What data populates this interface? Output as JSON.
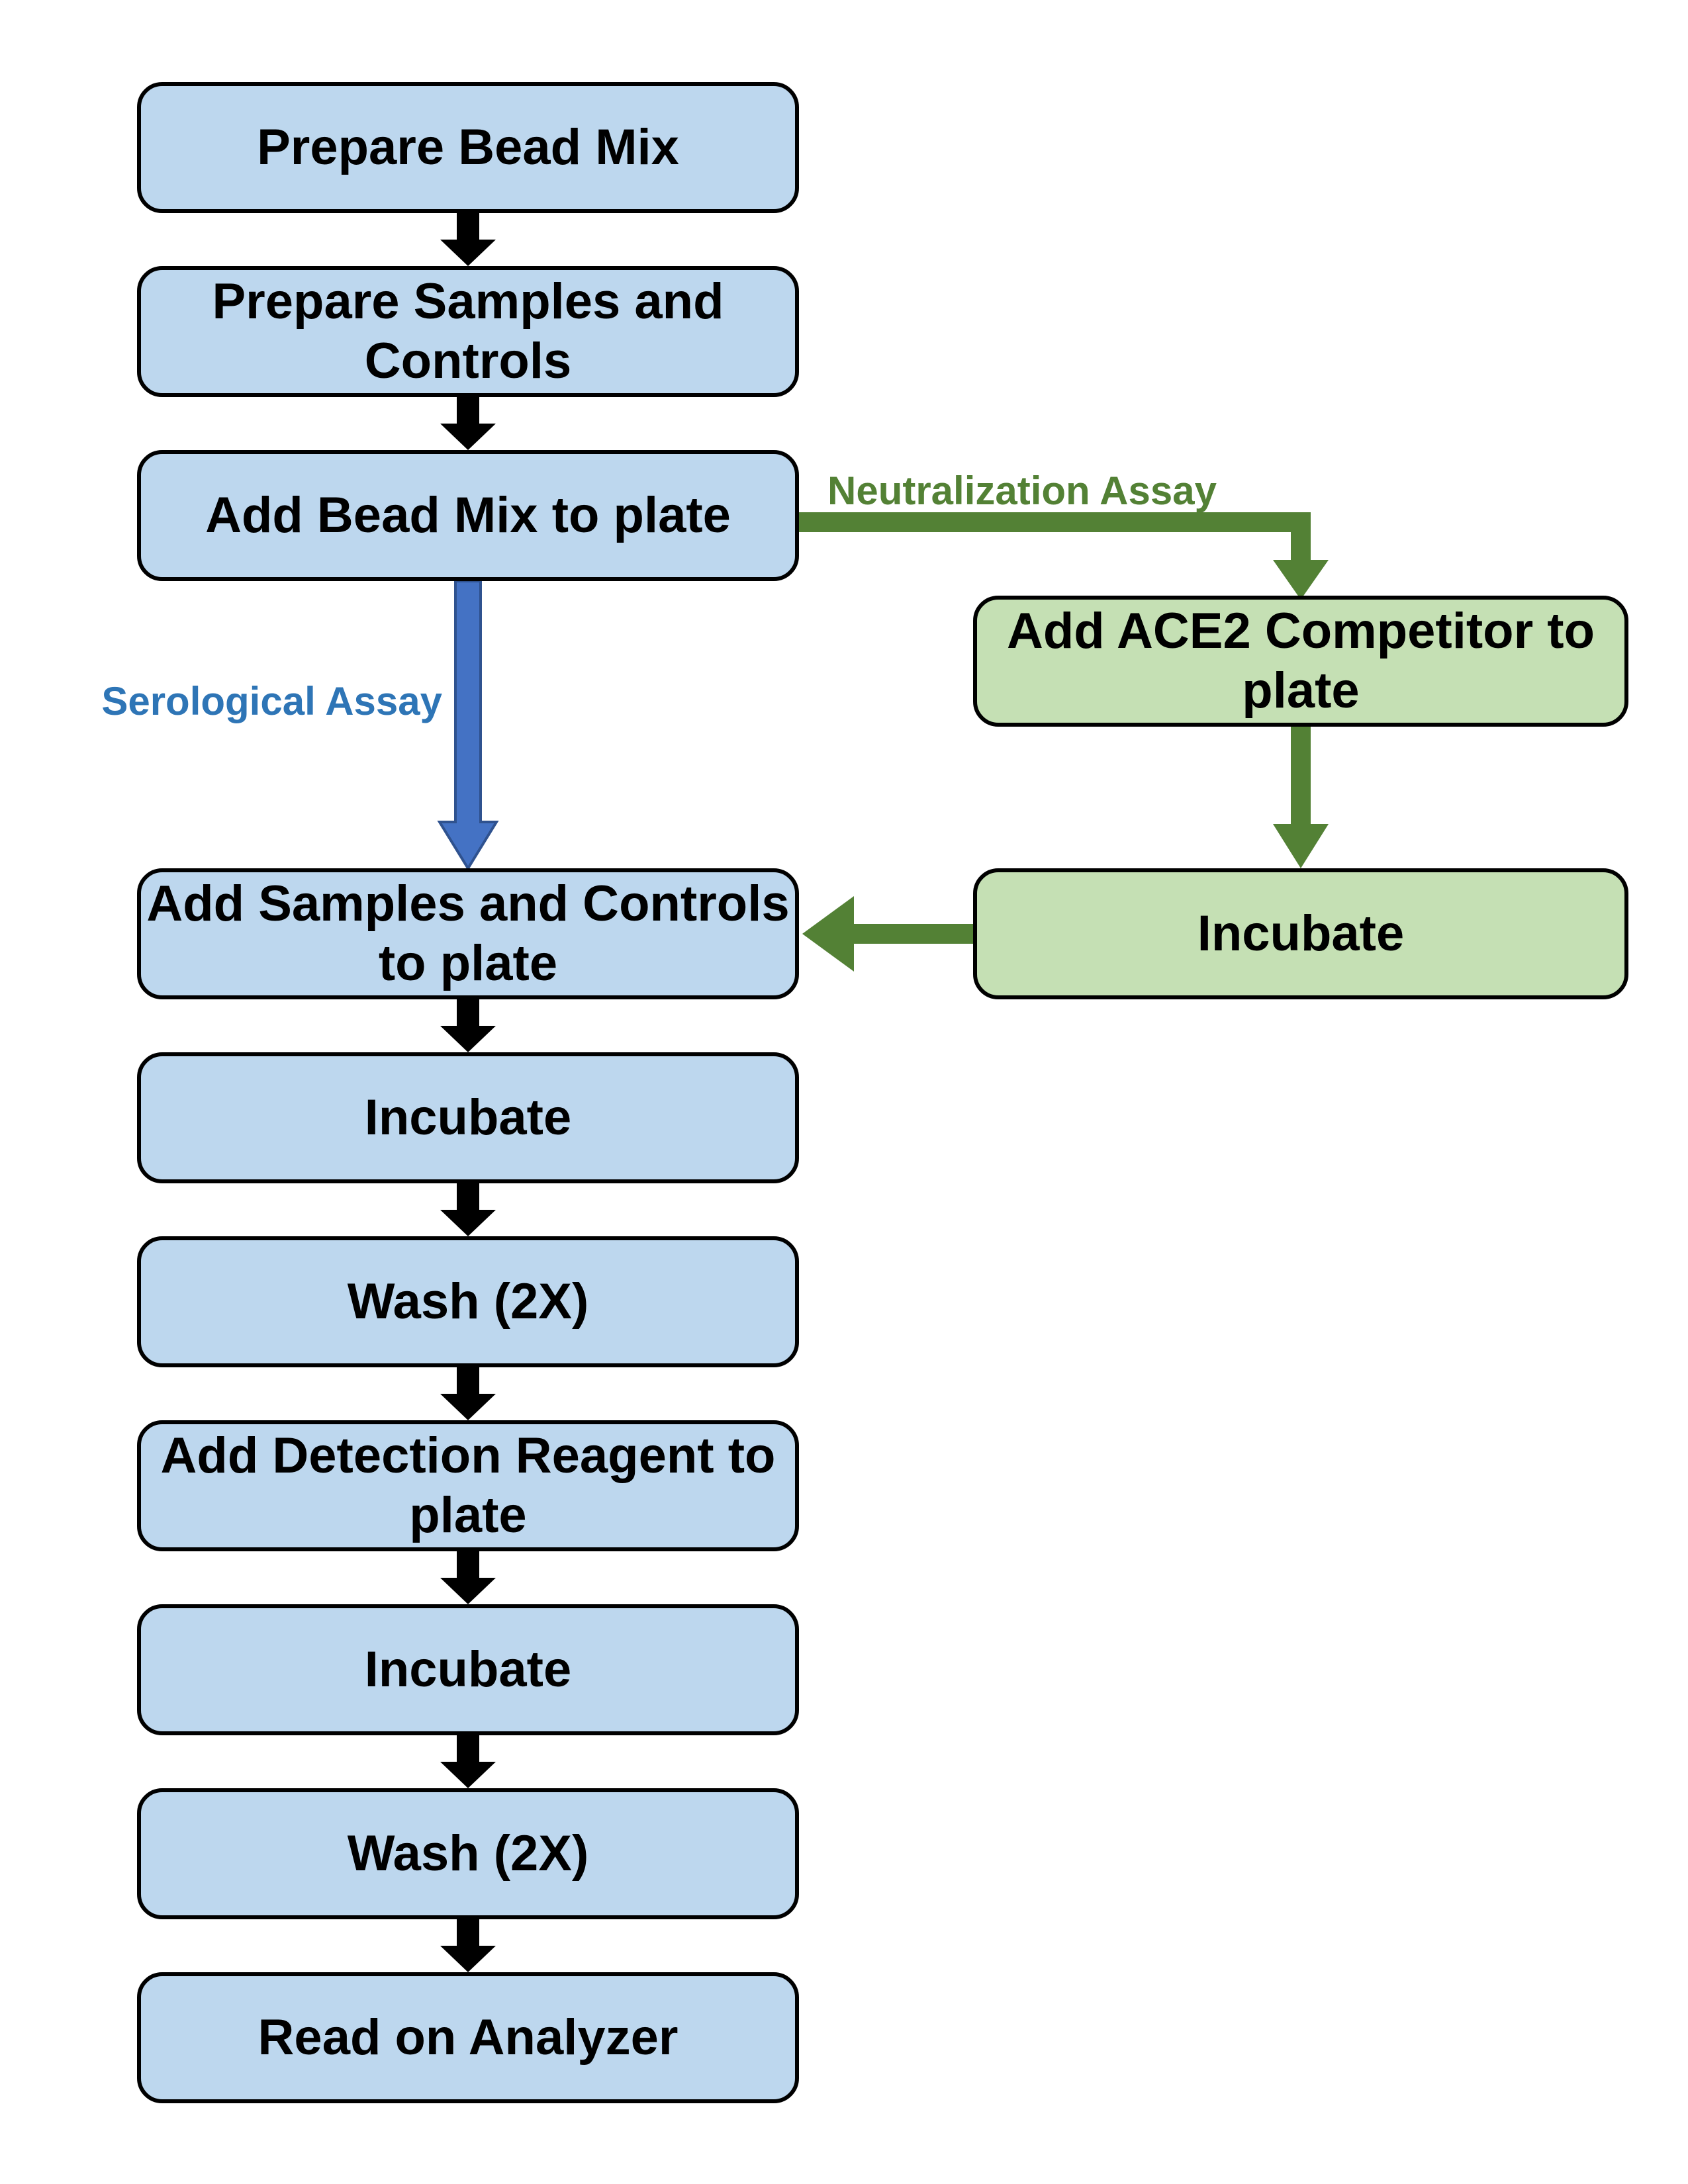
{
  "diagram": {
    "title_hint": "Bead-based assay workflow flowchart",
    "branch_labels": {
      "serological": "Serological Assay",
      "neutralization": "Neutralization Assay"
    },
    "nodes": {
      "prepare_bead_mix": "Prepare Bead Mix",
      "prepare_samples_controls": "Prepare Samples and\nControls",
      "add_bead_mix": "Add Bead Mix to plate",
      "add_samples_controls": "Add Samples and Controls\nto plate",
      "incubate_1": "Incubate",
      "wash_1": "Wash (2X)",
      "add_detection_reagent": "Add Detection Reagent to\nplate",
      "incubate_2": "Incubate",
      "wash_2": "Wash (2X)",
      "read_on_analyzer": "Read on Analyzer",
      "add_ace2_competitor": "Add ACE2 Competitor to\nplate",
      "incubate_neutralization": "Incubate"
    },
    "edges": [
      {
        "from": "prepare_bead_mix",
        "to": "prepare_samples_controls",
        "color": "black"
      },
      {
        "from": "prepare_samples_controls",
        "to": "add_bead_mix",
        "color": "black"
      },
      {
        "from": "add_bead_mix",
        "to": "add_samples_controls",
        "color": "blue",
        "label": "Serological Assay"
      },
      {
        "from": "add_bead_mix",
        "to": "add_ace2_competitor",
        "color": "green",
        "label": "Neutralization Assay"
      },
      {
        "from": "add_ace2_competitor",
        "to": "incubate_neutralization",
        "color": "green"
      },
      {
        "from": "incubate_neutralization",
        "to": "add_samples_controls",
        "color": "green"
      },
      {
        "from": "add_samples_controls",
        "to": "incubate_1",
        "color": "black"
      },
      {
        "from": "incubate_1",
        "to": "wash_1",
        "color": "black"
      },
      {
        "from": "wash_1",
        "to": "add_detection_reagent",
        "color": "black"
      },
      {
        "from": "add_detection_reagent",
        "to": "incubate_2",
        "color": "black"
      },
      {
        "from": "incubate_2",
        "to": "wash_2",
        "color": "black"
      },
      {
        "from": "wash_2",
        "to": "read_on_analyzer",
        "color": "black"
      }
    ],
    "colors": {
      "blue_node_fill": "#BDD7EE",
      "green_node_fill": "#C5E0B4",
      "node_border": "#000000",
      "black_arrow": "#000000",
      "blue_arrow": "#4472C4",
      "blue_arrow_edge": "#2F528F",
      "blue_label_text": "#2E75B6",
      "green_arrow_and_label": "#538135",
      "background": "#FFFFFF"
    }
  }
}
